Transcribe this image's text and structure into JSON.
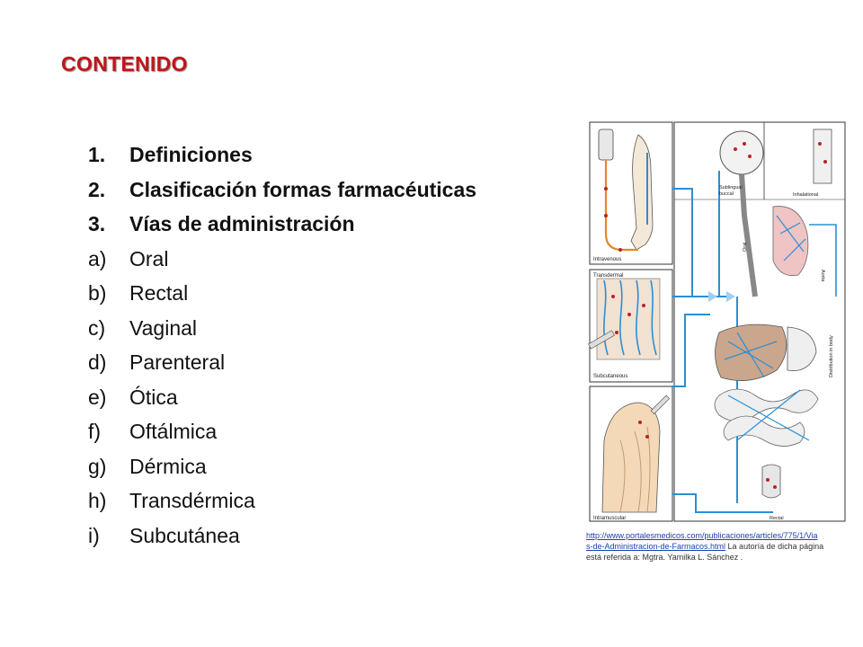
{
  "slide": {
    "title": "CONTENIDO",
    "numbered_items": [
      {
        "marker": "1.",
        "text": "Definiciones"
      },
      {
        "marker": "2.",
        "text": "Clasificación formas farmacéuticas"
      },
      {
        "marker": "3.",
        "text": "Vías de administración"
      }
    ],
    "lettered_items": [
      {
        "marker": "a)",
        "text": "Oral"
      },
      {
        "marker": "b)",
        "text": "Rectal"
      },
      {
        "marker": "c)",
        "text": "Vaginal"
      },
      {
        "marker": "d)",
        "text": "Parenteral"
      },
      {
        "marker": "e)",
        "text": "Ótica"
      },
      {
        "marker": "f)",
        "text": "Oftálmica"
      },
      {
        "marker": "g)",
        "text": "Dérmica"
      },
      {
        "marker": "h)",
        "text": "Transdérmica"
      },
      {
        "marker": "i)",
        "text": "Subcutánea"
      }
    ]
  },
  "figure": {
    "labels": {
      "intravenous": "Intravenous",
      "transdermal": "Transdermal",
      "subcutaneous": "Subcutaneous",
      "intramuscular": "Intramuscular",
      "sublingual": "Sublingual",
      "buccal": "buccal",
      "inhalational": "Inhalational",
      "oral": "Oral",
      "aorta": "Aorta",
      "distribution": "Distribution in body",
      "rectal": "Rectal"
    },
    "colors": {
      "vessel": "#2a8fd6",
      "venous": "#e08a2c",
      "organ": "#c9a68c",
      "lung": "#f0c4c4"
    }
  },
  "caption": {
    "link_line1": "http://www.portalesmedicos.com/publicaciones/articles/775/1/Via",
    "link_line2": "s-de-Administracion-de-Farmacos.html",
    "text_line1": " La autoría de dicha página",
    "text_line2": "está referida a: Mgtra. Yamilka L. Sánchez ."
  }
}
